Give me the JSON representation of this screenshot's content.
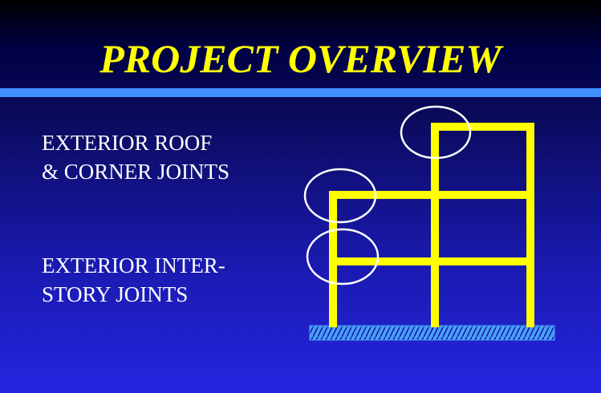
{
  "slide": {
    "title": "PROJECT OVERVIEW",
    "captions": [
      {
        "line1": "EXTERIOR ROOF",
        "line2": "& CORNER JOINTS"
      },
      {
        "line1": "EXTERIOR INTER-",
        "line2": "STORY JOINTS"
      }
    ]
  },
  "colors": {
    "title": "#ffff00",
    "title_rule": "#3f8fff",
    "text": "#ffffff",
    "frame": "#ffff00",
    "joint_circle": "#ffffff",
    "ground": "#4a9dff"
  }
}
